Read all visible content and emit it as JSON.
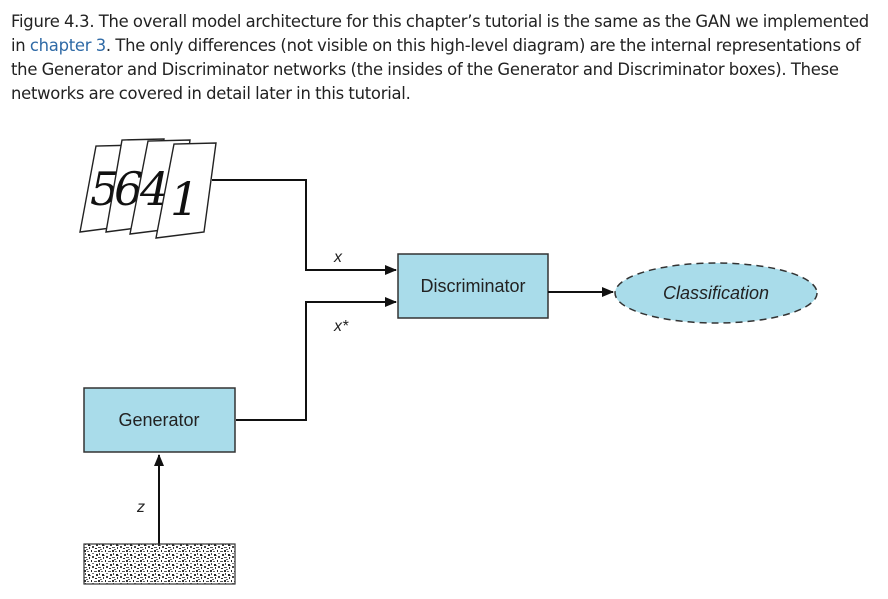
{
  "caption": {
    "lead": "Figure 4.3. The overall model architecture for this chapter’s tutorial is the same as the GAN we implemented in ",
    "link_text": "chapter 3",
    "tail": ". The only differences (not visible on this high-level diagram) are the internal representations of the Generator and Discriminator networks (the insides of the Generator and Discriminator boxes). These networks are covered in detail later in this tutorial."
  },
  "diagram": {
    "discriminator_label": "Discriminator",
    "generator_label": "Generator",
    "classification_label": "Classification",
    "real_input_label": "x",
    "fake_input_label": "x*",
    "noise_label": "z",
    "box_fill": "#a9dcea",
    "box_stroke": "#333333",
    "line_color": "#111111",
    "digits": [
      "5",
      "6",
      "4",
      "1"
    ]
  }
}
